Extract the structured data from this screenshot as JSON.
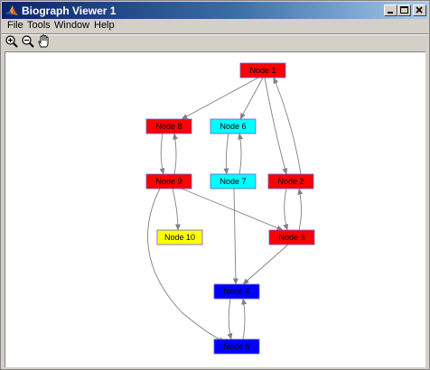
{
  "window": {
    "title": "Biograph Viewer 1",
    "controls": {
      "minimize": "minimize",
      "maximize": "maximize",
      "close": "close"
    }
  },
  "menu": {
    "items": [
      "File",
      "Tools",
      "Window",
      "Help"
    ]
  },
  "toolbar": {
    "tools": [
      "zoom-in",
      "zoom-out",
      "pan"
    ]
  },
  "graph": {
    "edge_color": "#808080",
    "nodes": [
      {
        "id": "n1",
        "label": "Node 1",
        "color": "#ff0000"
      },
      {
        "id": "n2",
        "label": "Node 2",
        "color": "#ff0000"
      },
      {
        "id": "n3",
        "label": "Node 3",
        "color": "#ff0000"
      },
      {
        "id": "n4",
        "label": "Node 4",
        "color": "#0000ff"
      },
      {
        "id": "n5",
        "label": "Node 5",
        "color": "#0000ff"
      },
      {
        "id": "n6",
        "label": "Node 6",
        "color": "#00ffff"
      },
      {
        "id": "n7",
        "label": "Node 7",
        "color": "#00ffff"
      },
      {
        "id": "n8",
        "label": "Node 8",
        "color": "#ff0000"
      },
      {
        "id": "n9",
        "label": "Node 9",
        "color": "#ff0000"
      },
      {
        "id": "n10",
        "label": "Node 10",
        "color": "#ffff00"
      }
    ],
    "edges": [
      {
        "from": "n1",
        "to": "n8"
      },
      {
        "from": "n1",
        "to": "n6"
      },
      {
        "from": "n1",
        "to": "n2"
      },
      {
        "from": "n2",
        "to": "n1"
      },
      {
        "from": "n2",
        "to": "n3"
      },
      {
        "from": "n3",
        "to": "n2"
      },
      {
        "from": "n3",
        "to": "n4"
      },
      {
        "from": "n6",
        "to": "n7"
      },
      {
        "from": "n7",
        "to": "n6"
      },
      {
        "from": "n7",
        "to": "n4"
      },
      {
        "from": "n8",
        "to": "n9"
      },
      {
        "from": "n9",
        "to": "n8"
      },
      {
        "from": "n9",
        "to": "n10"
      },
      {
        "from": "n9",
        "to": "n3"
      },
      {
        "from": "n9",
        "to": "n5"
      },
      {
        "from": "n4",
        "to": "n5"
      },
      {
        "from": "n5",
        "to": "n4"
      }
    ]
  }
}
